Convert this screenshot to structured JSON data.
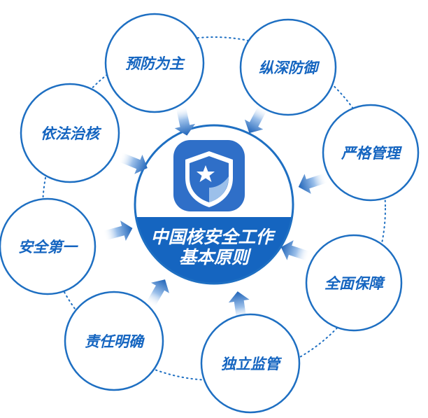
{
  "center": {
    "line1": "中国核安全工作",
    "line2": "基本原则",
    "icon": "shield-star-icon"
  },
  "nodes": [
    {
      "label": "预防为主"
    },
    {
      "label": "纵深防御"
    },
    {
      "label": "严格管理"
    },
    {
      "label": "全面保障"
    },
    {
      "label": "独立监管"
    },
    {
      "label": "责任明确"
    },
    {
      "label": "安全第一"
    },
    {
      "label": "依法治核"
    }
  ],
  "colors": {
    "primary": "#1565c0",
    "ring": "#1e6fc2",
    "arrow_dark": "#1e63b8",
    "arrow_light": "#b9d4f2",
    "icon_bg": "#2f6fc8",
    "dotted": "#1e6fc2"
  }
}
